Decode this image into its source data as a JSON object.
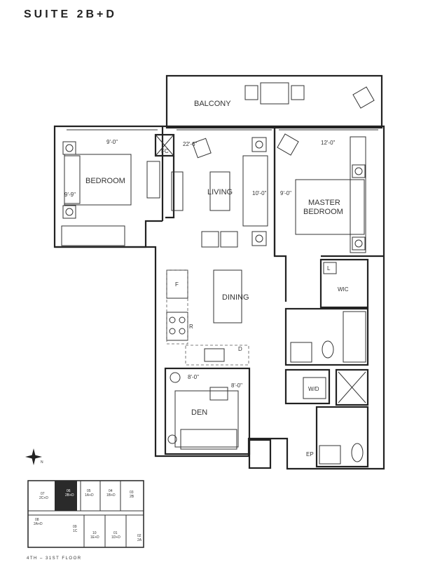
{
  "title": "SUITE 2B+D",
  "rooms": {
    "balcony": "BALCONY",
    "bedroom": "BEDROOM",
    "living": "LIVING",
    "master_bedroom_1": "MASTER",
    "master_bedroom_2": "BEDROOM",
    "dining": "DINING",
    "den": "DEN",
    "wic": "WIC"
  },
  "dimensions": {
    "bedroom_w": "9'-0\"",
    "bedroom_d": "9'-9\"",
    "living_w": "22'-6\"",
    "living_d": "10'-0\"",
    "master_w": "12'-0\"",
    "master_d": "9'-0\"",
    "den_w": "8'-0\"",
    "den_d": "8'-0\""
  },
  "fixtures": {
    "fc": "FC",
    "fridge": "F",
    "range": "R",
    "dishwasher": "D",
    "linen": "L",
    "washer_dryer": "W/D",
    "ep": "EP"
  },
  "key_plan": {
    "caption": "4TH – 31ST FLOOR",
    "highlighted": "06",
    "units": [
      {
        "num": "07",
        "type": "2C+D"
      },
      {
        "num": "06",
        "type": "2B+D"
      },
      {
        "num": "05",
        "type": "1A+D"
      },
      {
        "num": "04",
        "type": "1B+D"
      },
      {
        "num": "03",
        "type": "2B"
      },
      {
        "num": "08",
        "type": "2A+D"
      },
      {
        "num": "09",
        "type": "1C"
      },
      {
        "num": "10",
        "type": "1E+D"
      },
      {
        "num": "01",
        "type": "1D+D"
      },
      {
        "num": "02",
        "type": "2A"
      }
    ]
  },
  "colors": {
    "line": "#222222",
    "highlight": "#2a2a2a"
  }
}
